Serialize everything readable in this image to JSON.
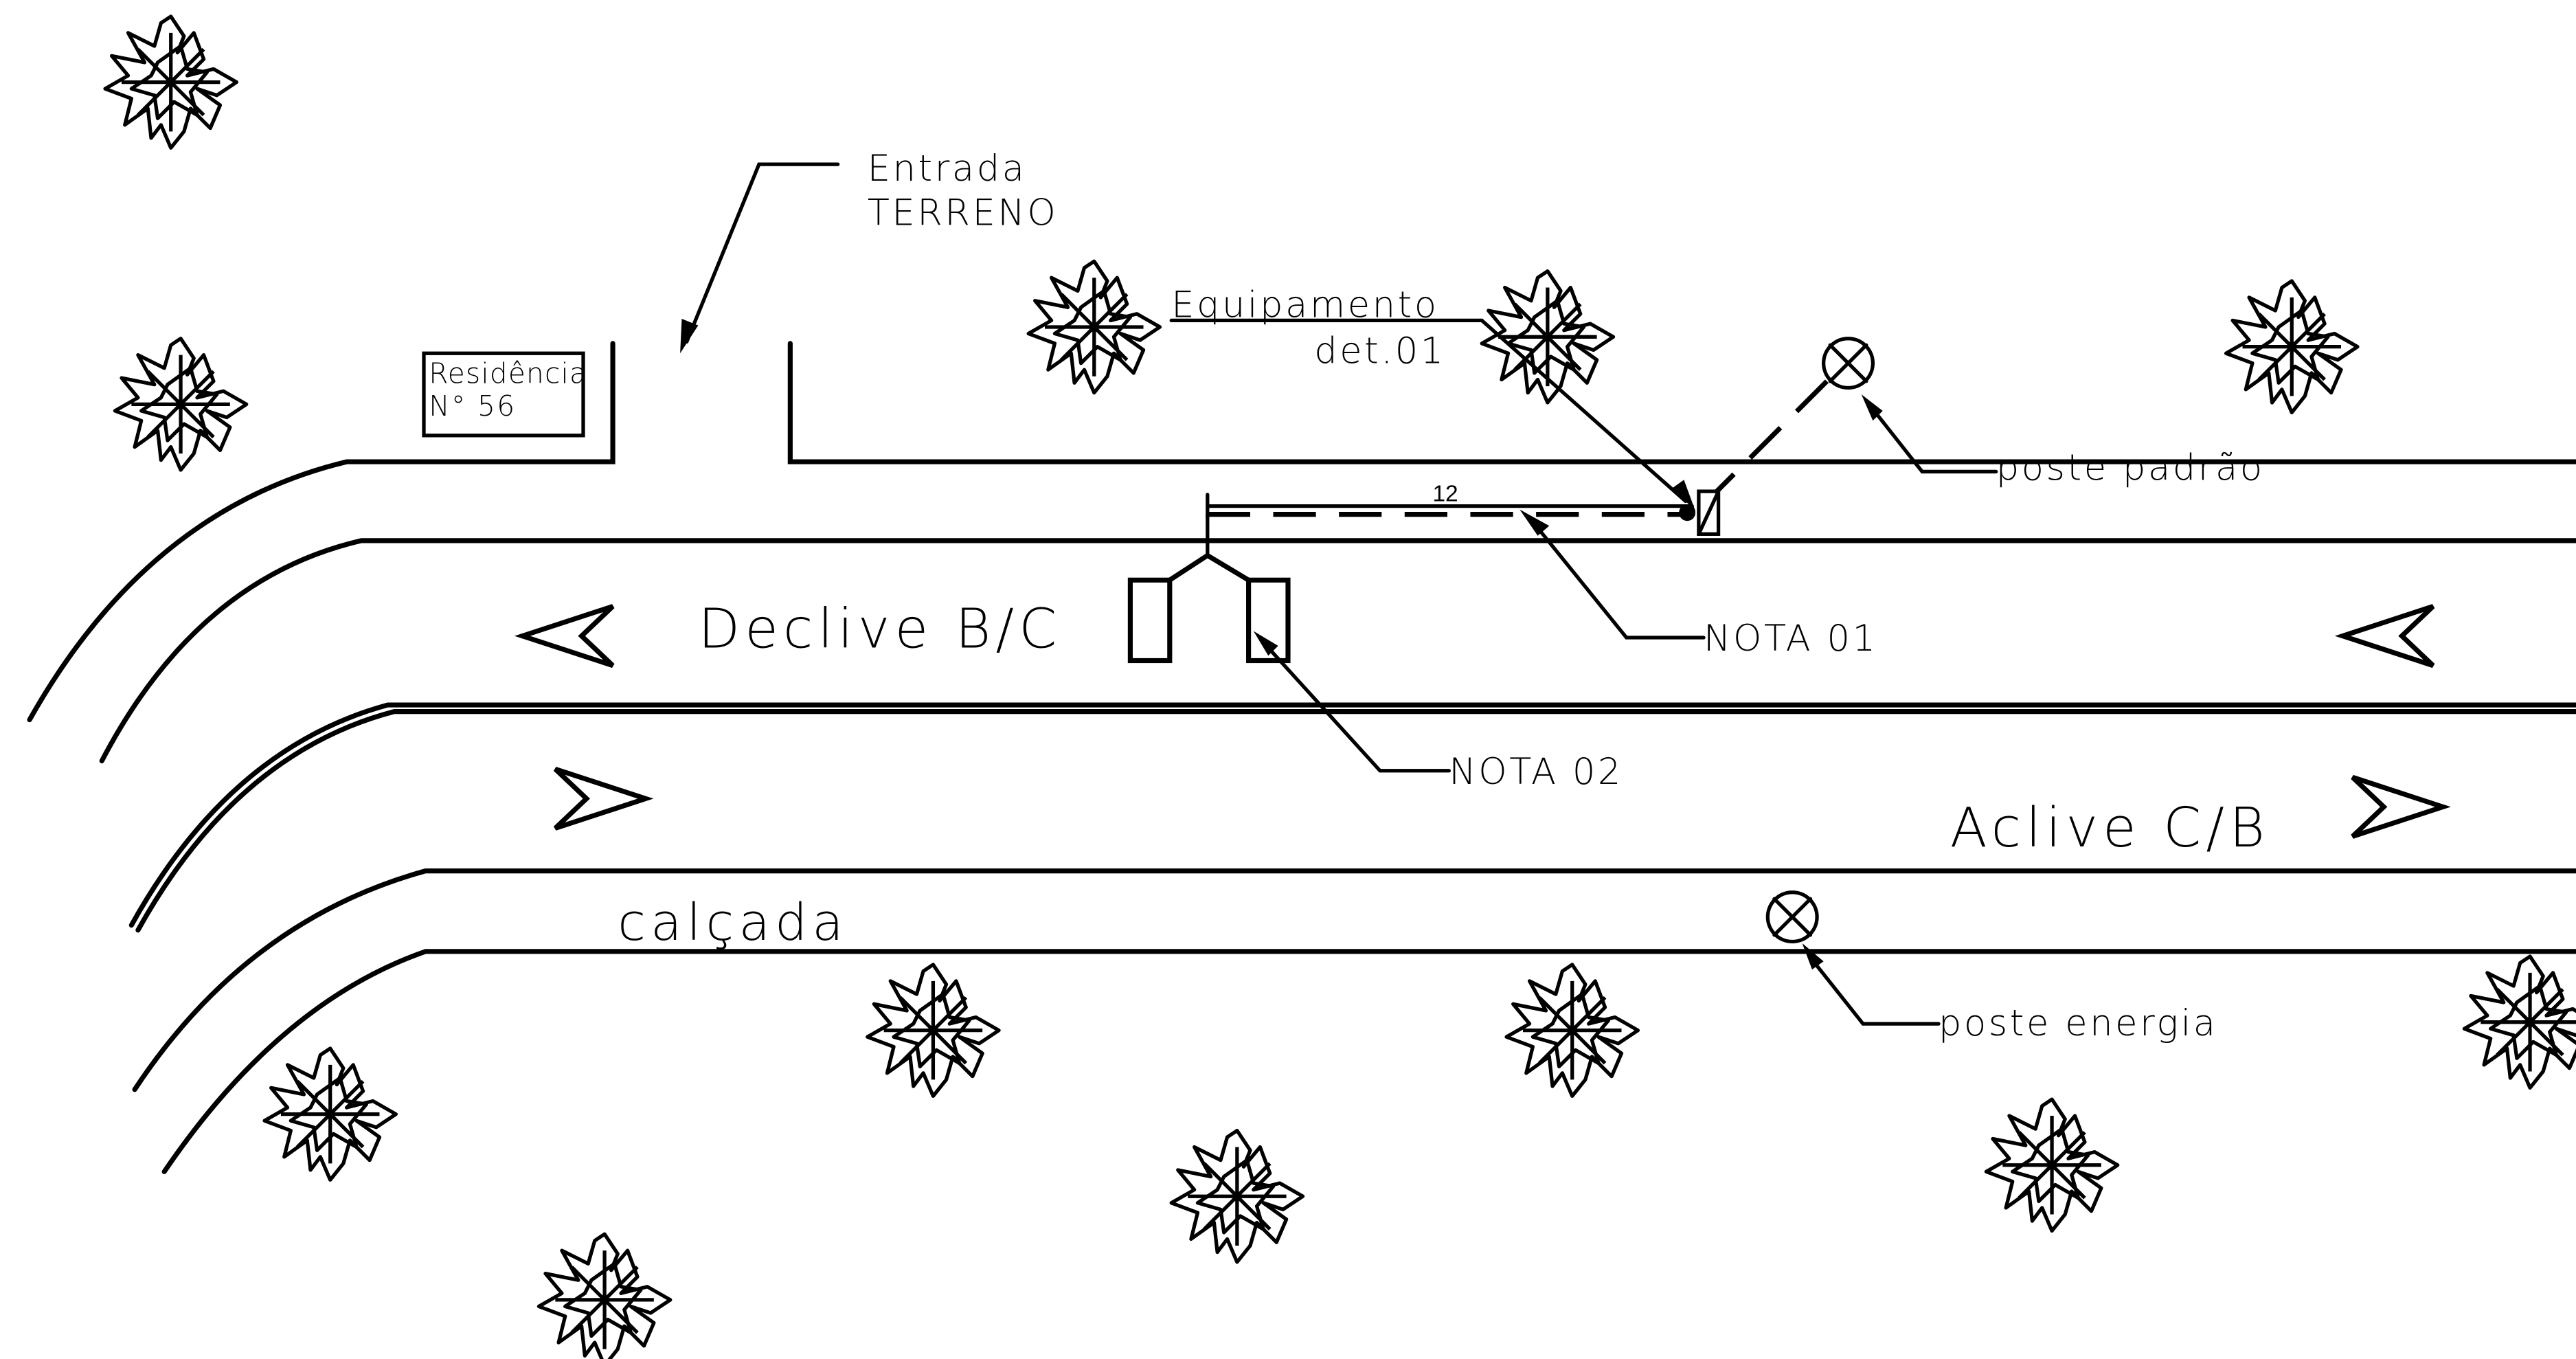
{
  "labels": {
    "entrada": "Entrada",
    "terreno": "TERRENO",
    "residencia": "Residência",
    "numero": "N° 56",
    "equipamento": "Equipamento",
    "det": "det.01",
    "poste_padrao": "poste  padrão",
    "dimension": "12",
    "nota01": "NOTA  01",
    "nota02": "NOTA  02",
    "declive": "Declive   B/C",
    "aclive": "Aclive   C/B",
    "calcada": "calçada",
    "poste_energia": "poste    energia"
  },
  "icons": {
    "tree": "tree-symbol",
    "pole": "pole-cross-circle-symbol",
    "direction": "chevron-arrow"
  }
}
